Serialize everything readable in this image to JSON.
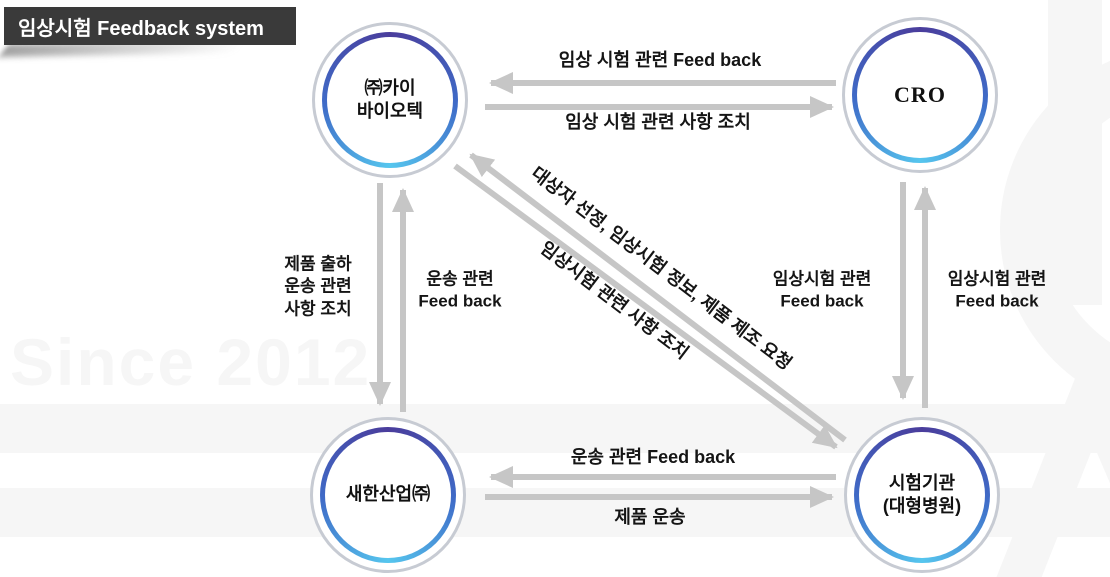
{
  "title_banner": {
    "label": "임상시험 Feedback system"
  },
  "watermark": {
    "since_text": "Since 2012"
  },
  "nodes": {
    "kai": {
      "label": "㈜카이\n바이오텍"
    },
    "cro": {
      "label": "CRO"
    },
    "saehan": {
      "label": "새한산업㈜"
    },
    "site": {
      "label": "시험기관\n(대형병원)"
    }
  },
  "edges": {
    "top_feedback": "임상 시험 관련 Feed back",
    "top_action": "임상 시험 관련 사항 조치",
    "left_ship": "제품 출하\n운송 관련\n사항 조치",
    "left_feedback": "운송 관련\nFeed back",
    "diag_request": "대상자 선정, 임상시험 정보, 제품 제조 요청",
    "diag_action": "임상시험 관련 사항 조치",
    "right_feedback_down": "임상시험 관련\nFeed back",
    "right_feedback_up": "임상시험 관련\nFeed back",
    "bottom_feedback": "운송 관련 Feed back",
    "bottom_transport": "제품 운송"
  },
  "colors": {
    "banner": "#3a3a3a",
    "arrow": "#c6c6c6",
    "ring_outer": "#c7cbd3",
    "ring_top": "#4a3d9c",
    "ring_mid": "#3f6cc8",
    "ring_bottom": "#56c6ee",
    "watermark": "#f6f6f6"
  }
}
